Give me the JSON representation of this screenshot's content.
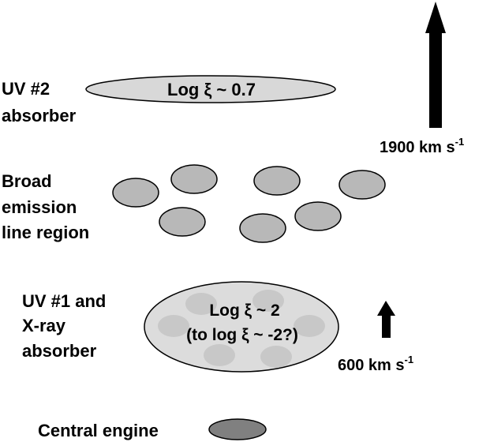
{
  "labels": {
    "uv2_line1": "UV #2",
    "uv2_line2": "absorber",
    "blr_line1": "Broad",
    "blr_line2": "emission",
    "blr_line3": "line region",
    "uv1_line1": "UV #1 and",
    "uv1_line2": "X-ray",
    "uv1_line3": "absorber",
    "central_engine": "Central engine"
  },
  "ellipses": {
    "uv2_text": "Log ξ ~ 0.7",
    "uv1_text_line1": "Log ξ ~ 2",
    "uv1_text_line2": "(to log ξ ~ -2?)"
  },
  "velocities": {
    "fast_value": "1900 km s",
    "fast_exp": "-1",
    "slow_value": "600 km s",
    "slow_exp": "-1"
  },
  "colors": {
    "blr_cloud": "#b8b8b8",
    "uv2_fill": "#d8d8d8",
    "uv1_fill": "#dcdcdc",
    "uv1_inner": "#c8c8c8",
    "engine": "#808080"
  }
}
